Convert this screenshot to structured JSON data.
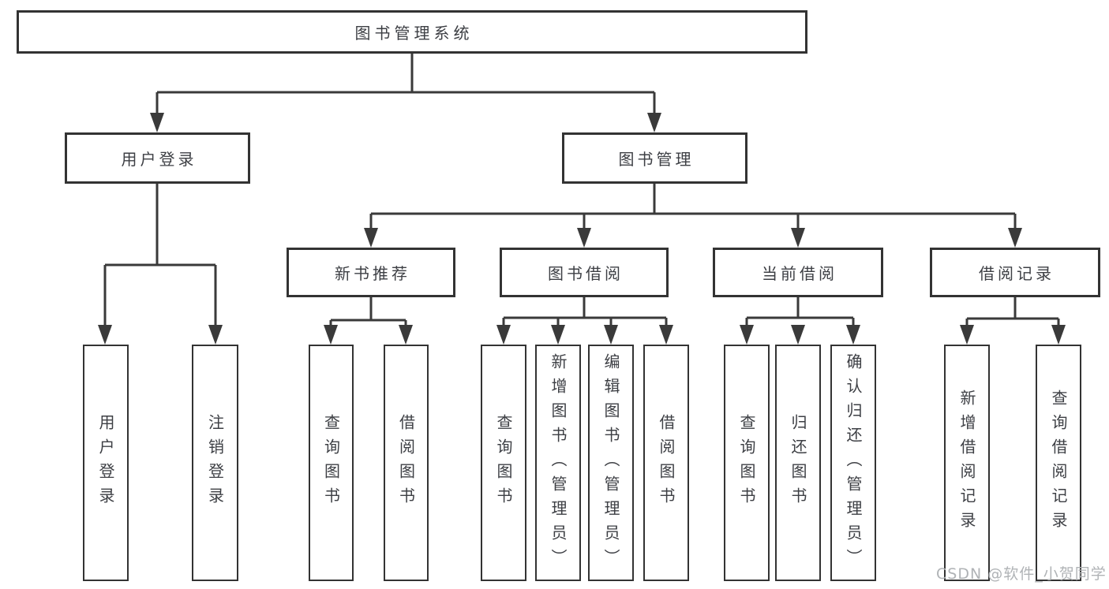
{
  "diagram_title": "图书管理系统",
  "tree": {
    "label": "图书管理系统",
    "children": [
      {
        "label": "用户登录",
        "children": [
          {
            "label": "用户登录"
          },
          {
            "label": "注销登录"
          }
        ]
      },
      {
        "label": "图书管理",
        "children": [
          {
            "label": "新书推荐",
            "children": [
              {
                "label": "查询图书"
              },
              {
                "label": "借阅图书"
              }
            ]
          },
          {
            "label": "图书借阅",
            "children": [
              {
                "label": "查询图书"
              },
              {
                "label": "新增图书（管理员）"
              },
              {
                "label": "编辑图书（管理员）"
              },
              {
                "label": "借阅图书"
              }
            ]
          },
          {
            "label": "当前借阅",
            "children": [
              {
                "label": "查询图书"
              },
              {
                "label": "归还图书"
              },
              {
                "label": "确认归还（管理员）"
              }
            ]
          },
          {
            "label": "借阅记录",
            "children": [
              {
                "label": "新增借阅记录"
              },
              {
                "label": "查询借阅记录"
              }
            ]
          }
        ]
      }
    ]
  },
  "watermark": {
    "text": "CSDN @软件_小贺同学"
  },
  "colors": {
    "line": "#3a3a3a",
    "box_border": "#333333",
    "text": "#3d3f44",
    "watermark": "#b0b3b6",
    "background": "#ffffff"
  }
}
